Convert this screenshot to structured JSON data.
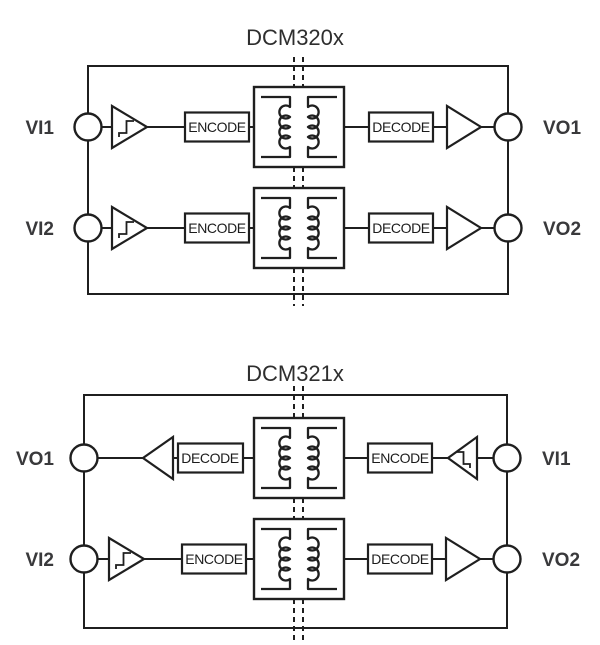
{
  "diagrams": [
    {
      "title": "DCM320x",
      "channels": [
        {
          "left_label": "VI1",
          "left_block": "ENCODE",
          "right_block": "DECODE",
          "right_label": "VO1"
        },
        {
          "left_label": "VI2",
          "left_block": "ENCODE",
          "right_block": "DECODE",
          "right_label": "VO2"
        }
      ]
    },
    {
      "title": "DCM321x",
      "channels": [
        {
          "left_label": "VO1",
          "left_block": "DECODE",
          "right_block": "ENCODE",
          "right_label": "VI1"
        },
        {
          "left_label": "VI2",
          "left_block": "ENCODE",
          "right_block": "DECODE",
          "right_label": "VO2"
        }
      ]
    }
  ],
  "colors": {
    "line": "#1f1f1f",
    "title-text": "#2e2e2e",
    "pin-text": "#39393b",
    "block-text": "#1c1c1c",
    "background": "#ffffff"
  }
}
